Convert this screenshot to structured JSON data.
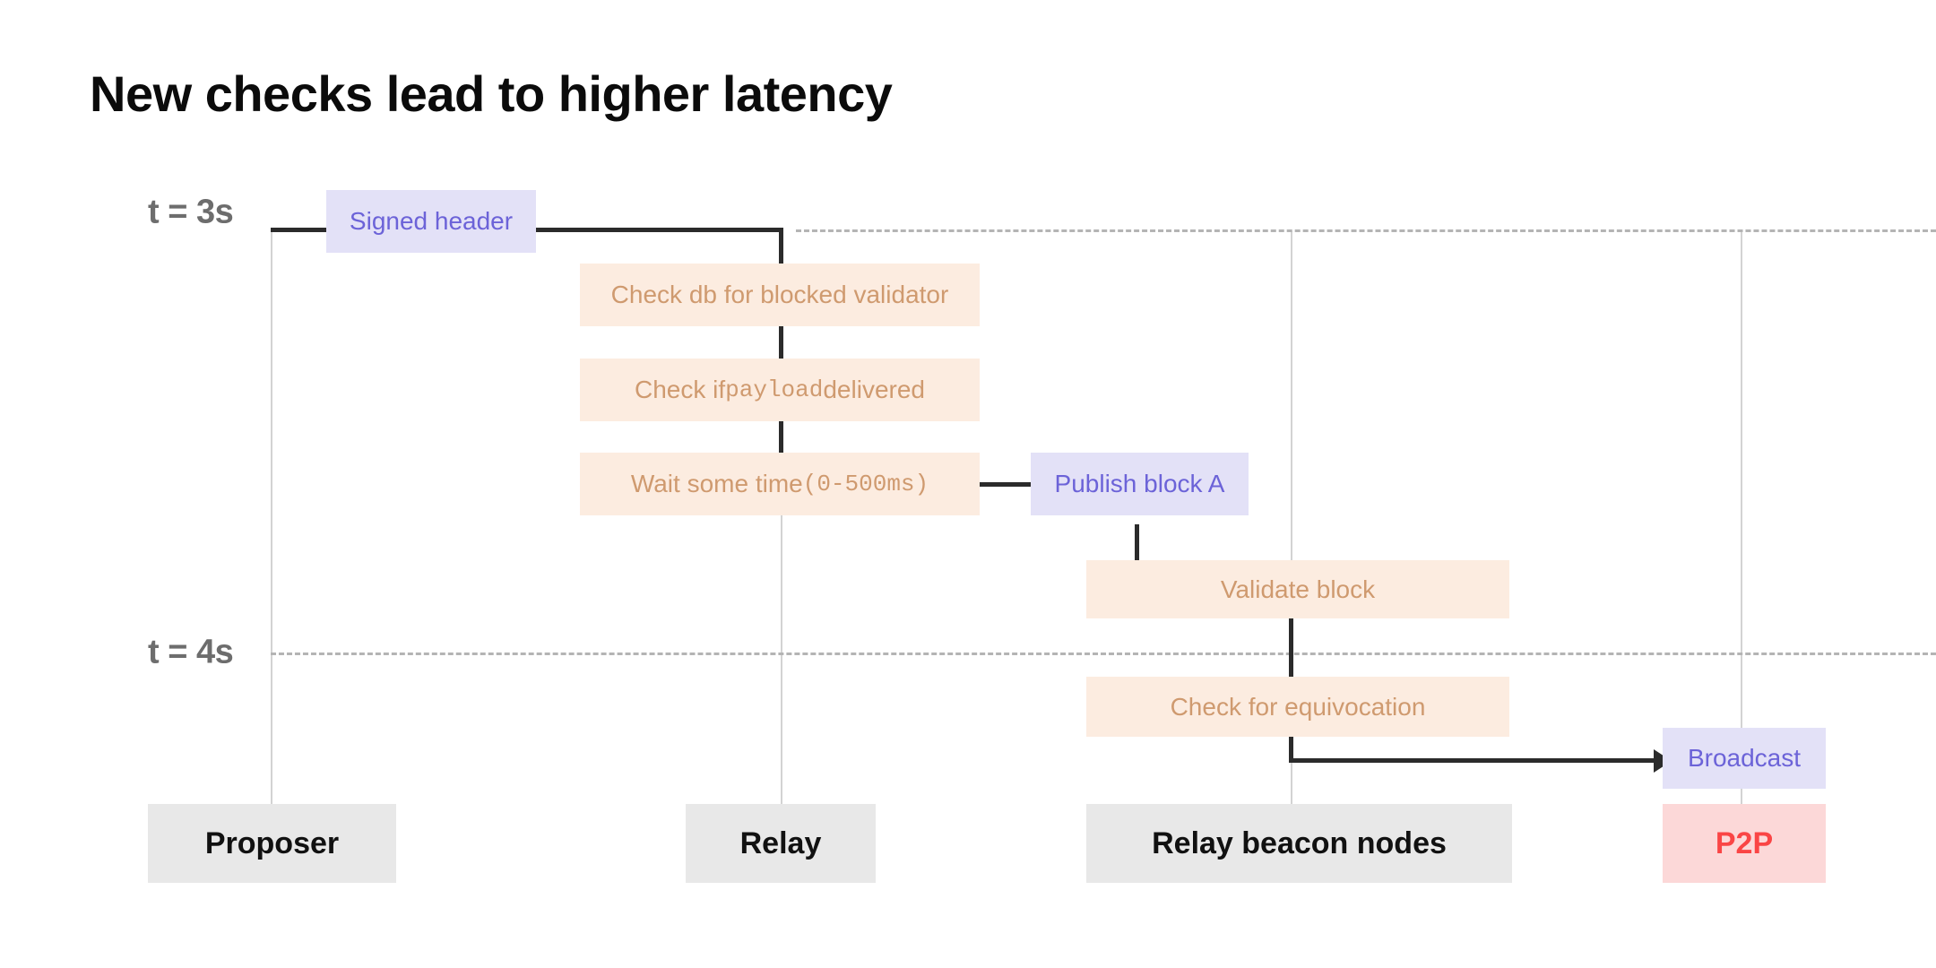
{
  "title": "New checks lead to higher latency",
  "colors": {
    "purple_bg": "#e3e1f7",
    "purple_fg": "#6c63d8",
    "orange_bg": "#fcece0",
    "orange_fg": "#cf9a6f",
    "actor_bg": "#e8e8e8",
    "actor_fg": "#111111",
    "p2p_bg": "#fcd8d8",
    "p2p_fg": "#fa4545",
    "lifeline": "#d3d3d3",
    "gridline": "#b4b4b4",
    "connector": "#2b2b2b"
  },
  "time_markers": [
    {
      "label": "t = 3s"
    },
    {
      "label": "t = 4s"
    }
  ],
  "lanes": [
    {
      "label": "Proposer",
      "kind": "actor"
    },
    {
      "label": "Relay",
      "kind": "actor"
    },
    {
      "label": "Relay beacon nodes",
      "kind": "actor"
    },
    {
      "label": "P2P",
      "kind": "p2p"
    }
  ],
  "steps": [
    {
      "label": "Signed header",
      "kind": "purple"
    },
    {
      "label": "Check db for blocked validator",
      "kind": "orange"
    },
    {
      "label_pre": "Check if ",
      "label_mono": "payload",
      "label_post": " delivered",
      "kind": "orange"
    },
    {
      "label_pre": "Wait some time ",
      "label_mono": "(0-500ms)",
      "label_post": "",
      "kind": "orange"
    },
    {
      "label": "Publish block A",
      "kind": "purple"
    },
    {
      "label": "Validate block",
      "kind": "orange"
    },
    {
      "label": "Check for equivocation",
      "kind": "orange"
    },
    {
      "label": "Broadcast",
      "kind": "purple"
    }
  ]
}
